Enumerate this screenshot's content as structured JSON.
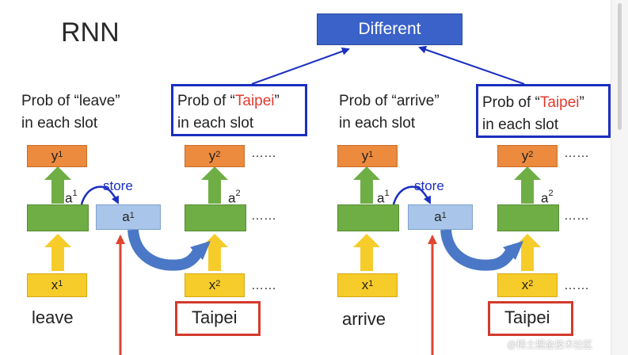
{
  "title": "RNN",
  "different_label": "Different",
  "left": {
    "prob1": {
      "line1": "Prob of “leave”",
      "line2": "in each slot"
    },
    "prob2": {
      "prefix": "Prob of “",
      "word": "Taipei",
      "suffix": "”",
      "line2": "in each slot"
    },
    "y1": {
      "base": "y",
      "sup": "1"
    },
    "y2": {
      "base": "y",
      "sup": "2"
    },
    "a1_label": {
      "base": "a",
      "sup": "1"
    },
    "store_label": "store",
    "store_box": {
      "base": "a",
      "sup": "1"
    },
    "a2_label": {
      "base": "a",
      "sup": "2"
    },
    "x1": {
      "base": "x",
      "sup": "1"
    },
    "x2": {
      "base": "x",
      "sup": "2"
    },
    "word1": "leave",
    "word2": "Taipei"
  },
  "right": {
    "prob1": {
      "line1": "Prob of “arrive”",
      "line2": "in each slot"
    },
    "prob2": {
      "prefix": "Prob of “",
      "word": "Taipei",
      "suffix": "”",
      "line2": "in each slot"
    },
    "y1": {
      "base": "y",
      "sup": "1"
    },
    "y2": {
      "base": "y",
      "sup": "2"
    },
    "a1_label": {
      "base": "a",
      "sup": "1"
    },
    "store_label": "store",
    "store_box": {
      "base": "a",
      "sup": "1"
    },
    "a2_label": {
      "base": "a",
      "sup": "2"
    },
    "x1": {
      "base": "x",
      "sup": "1"
    },
    "x2": {
      "base": "x",
      "sup": "2"
    },
    "word1": "arrive",
    "word2": "Taipei"
  },
  "ellipsis": "……",
  "watermark": "@稀土掘金技术社区",
  "colors": {
    "output_box": "#ec8a3d",
    "hidden_box": "#6fae45",
    "memory_box": "#a9c6ea",
    "input_box": "#f6cc2b",
    "different_box": "#3a62c9",
    "outline_blue": "#1a2fc0",
    "outline_red": "#d33a2c",
    "highlight_red": "#e03a2f",
    "highlight_green": "#2f9a3c"
  }
}
